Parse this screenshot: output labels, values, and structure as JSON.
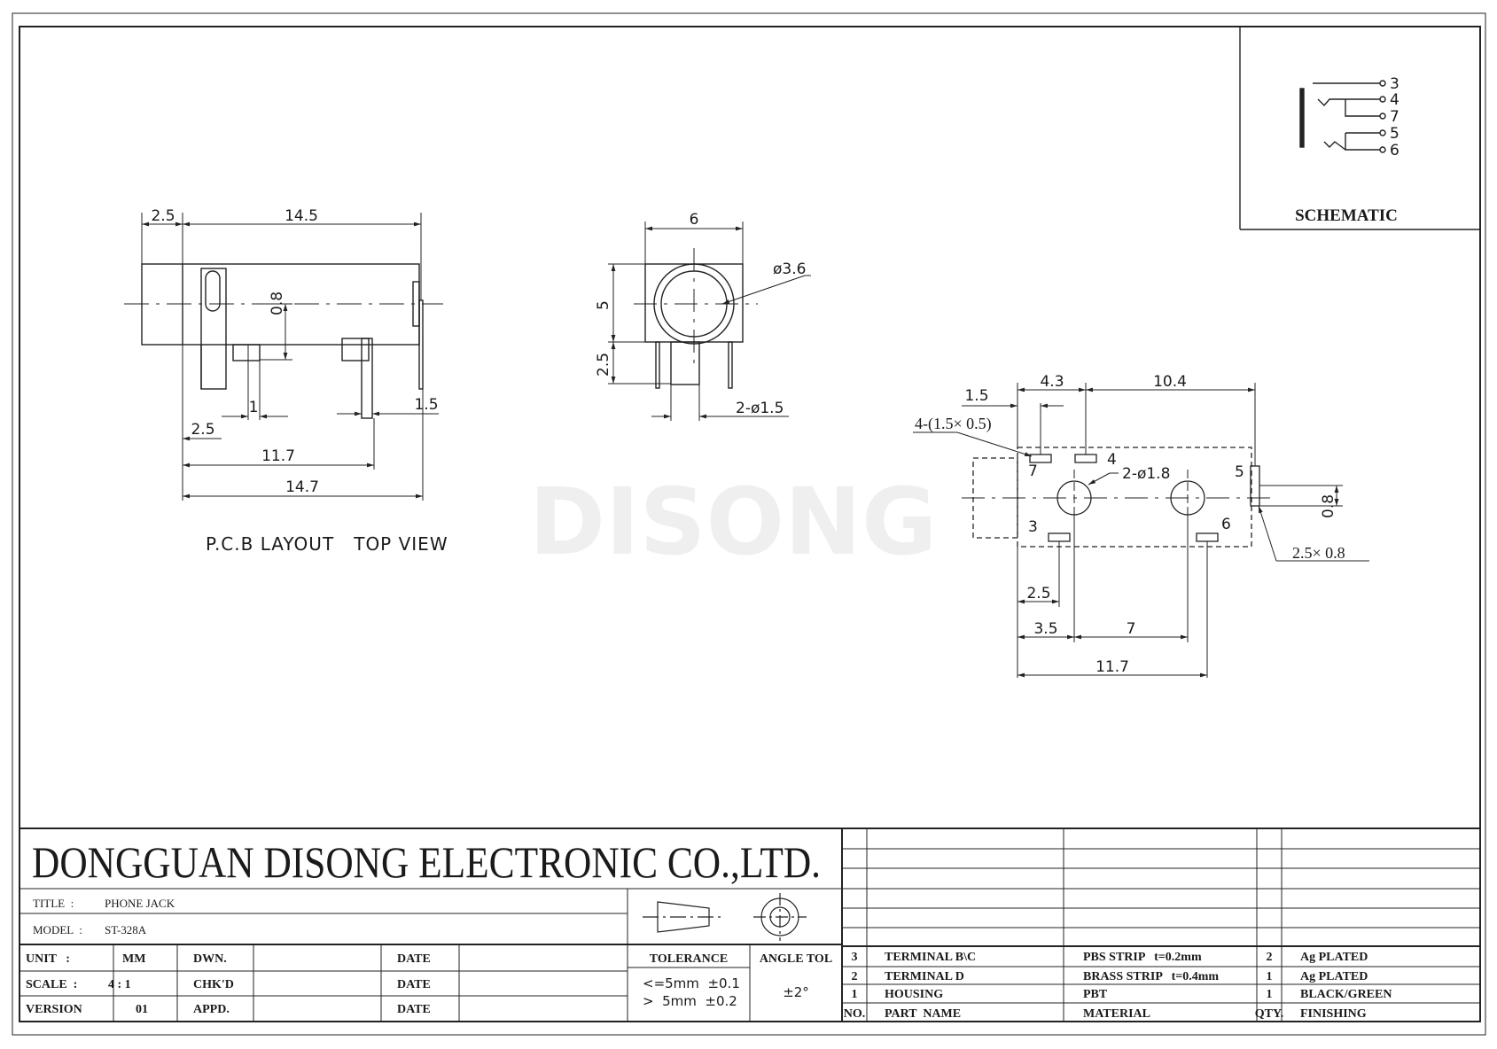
{
  "watermark": "DISONG",
  "schematic": {
    "label": "SCHEMATIC",
    "pins": [
      "3",
      "4",
      "7",
      "5",
      "6"
    ]
  },
  "views": {
    "side": {
      "dims": {
        "d_2_5_top": "2.5",
        "d_14_5": "14.5",
        "d_0_8": "0.8",
        "d_1": "1",
        "d_1_5": "1.5",
        "d_2_5_bottom": "2.5",
        "d_11_7": "11.7",
        "d_14_7": "14.7"
      },
      "caption": "P.C.B LAYOUT   TOP VIEW"
    },
    "front": {
      "dims": {
        "d_6": "6",
        "d_dia_3_6": "ø3.6",
        "d_5": "5",
        "d_2_5": "2.5",
        "d_2_dia_1_5": "2-ø1.5"
      }
    },
    "pcb": {
      "dims": {
        "d_1_5": "1.5",
        "d_4_3": "4.3",
        "d_10_4": "10.4",
        "d_pad": "4-(1.5× 0.5)",
        "d_2_dia_1_8": "2-ø1.8",
        "d_0_8": "0.8",
        "d_2_5x0_8": "2.5× 0.8",
        "d_2_5": "2.5",
        "d_3_5": "3.5",
        "d_7": "7",
        "d_11_7": "11.7"
      },
      "pins": {
        "p7": "7",
        "p4": "4",
        "p5": "5",
        "p3": "3",
        "p6": "6"
      }
    }
  },
  "title_block": {
    "company": "DONGGUAN DISONG ELECTRONIC CO.,LTD.",
    "title_label": "TITLE  :",
    "title_value": "PHONE JACK",
    "model_label": "MODEL  :",
    "model_value": "ST-328A",
    "unit_label": "UNIT   :",
    "unit_value": "MM",
    "scale_label": "SCALE  :",
    "scale_value": "4 : 1",
    "version_label": "VERSION",
    "version_value": "01",
    "dwn_label": "DWN.",
    "chkd_label": "CHK'D",
    "appd_label": "APPD.",
    "date_label": "DATE",
    "tolerance_label": "TOLERANCE",
    "tolerance_line1": "<=5mm  ±0.1",
    "tolerance_line2": ">  5mm  ±0.2",
    "angle_label": "ANGLE TOL",
    "angle_value": "±2°"
  },
  "bom": {
    "header": {
      "no": "NO.",
      "part": "PART  NAME",
      "material": "MATERIAL",
      "qty": "QTY.",
      "finish": "FINISHING"
    },
    "rows": [
      {
        "no": "3",
        "part": "TERMINAL B\\C",
        "material": "PBS STRIP   t=0.2mm",
        "qty": "2",
        "finish": "Ag PLATED"
      },
      {
        "no": "2",
        "part": "TERMINAL D",
        "material": "BRASS STRIP   t=0.4mm",
        "qty": "1",
        "finish": "Ag PLATED"
      },
      {
        "no": "1",
        "part": "HOUSING",
        "material": "PBT",
        "qty": "1",
        "finish": "BLACK/GREEN"
      }
    ]
  }
}
